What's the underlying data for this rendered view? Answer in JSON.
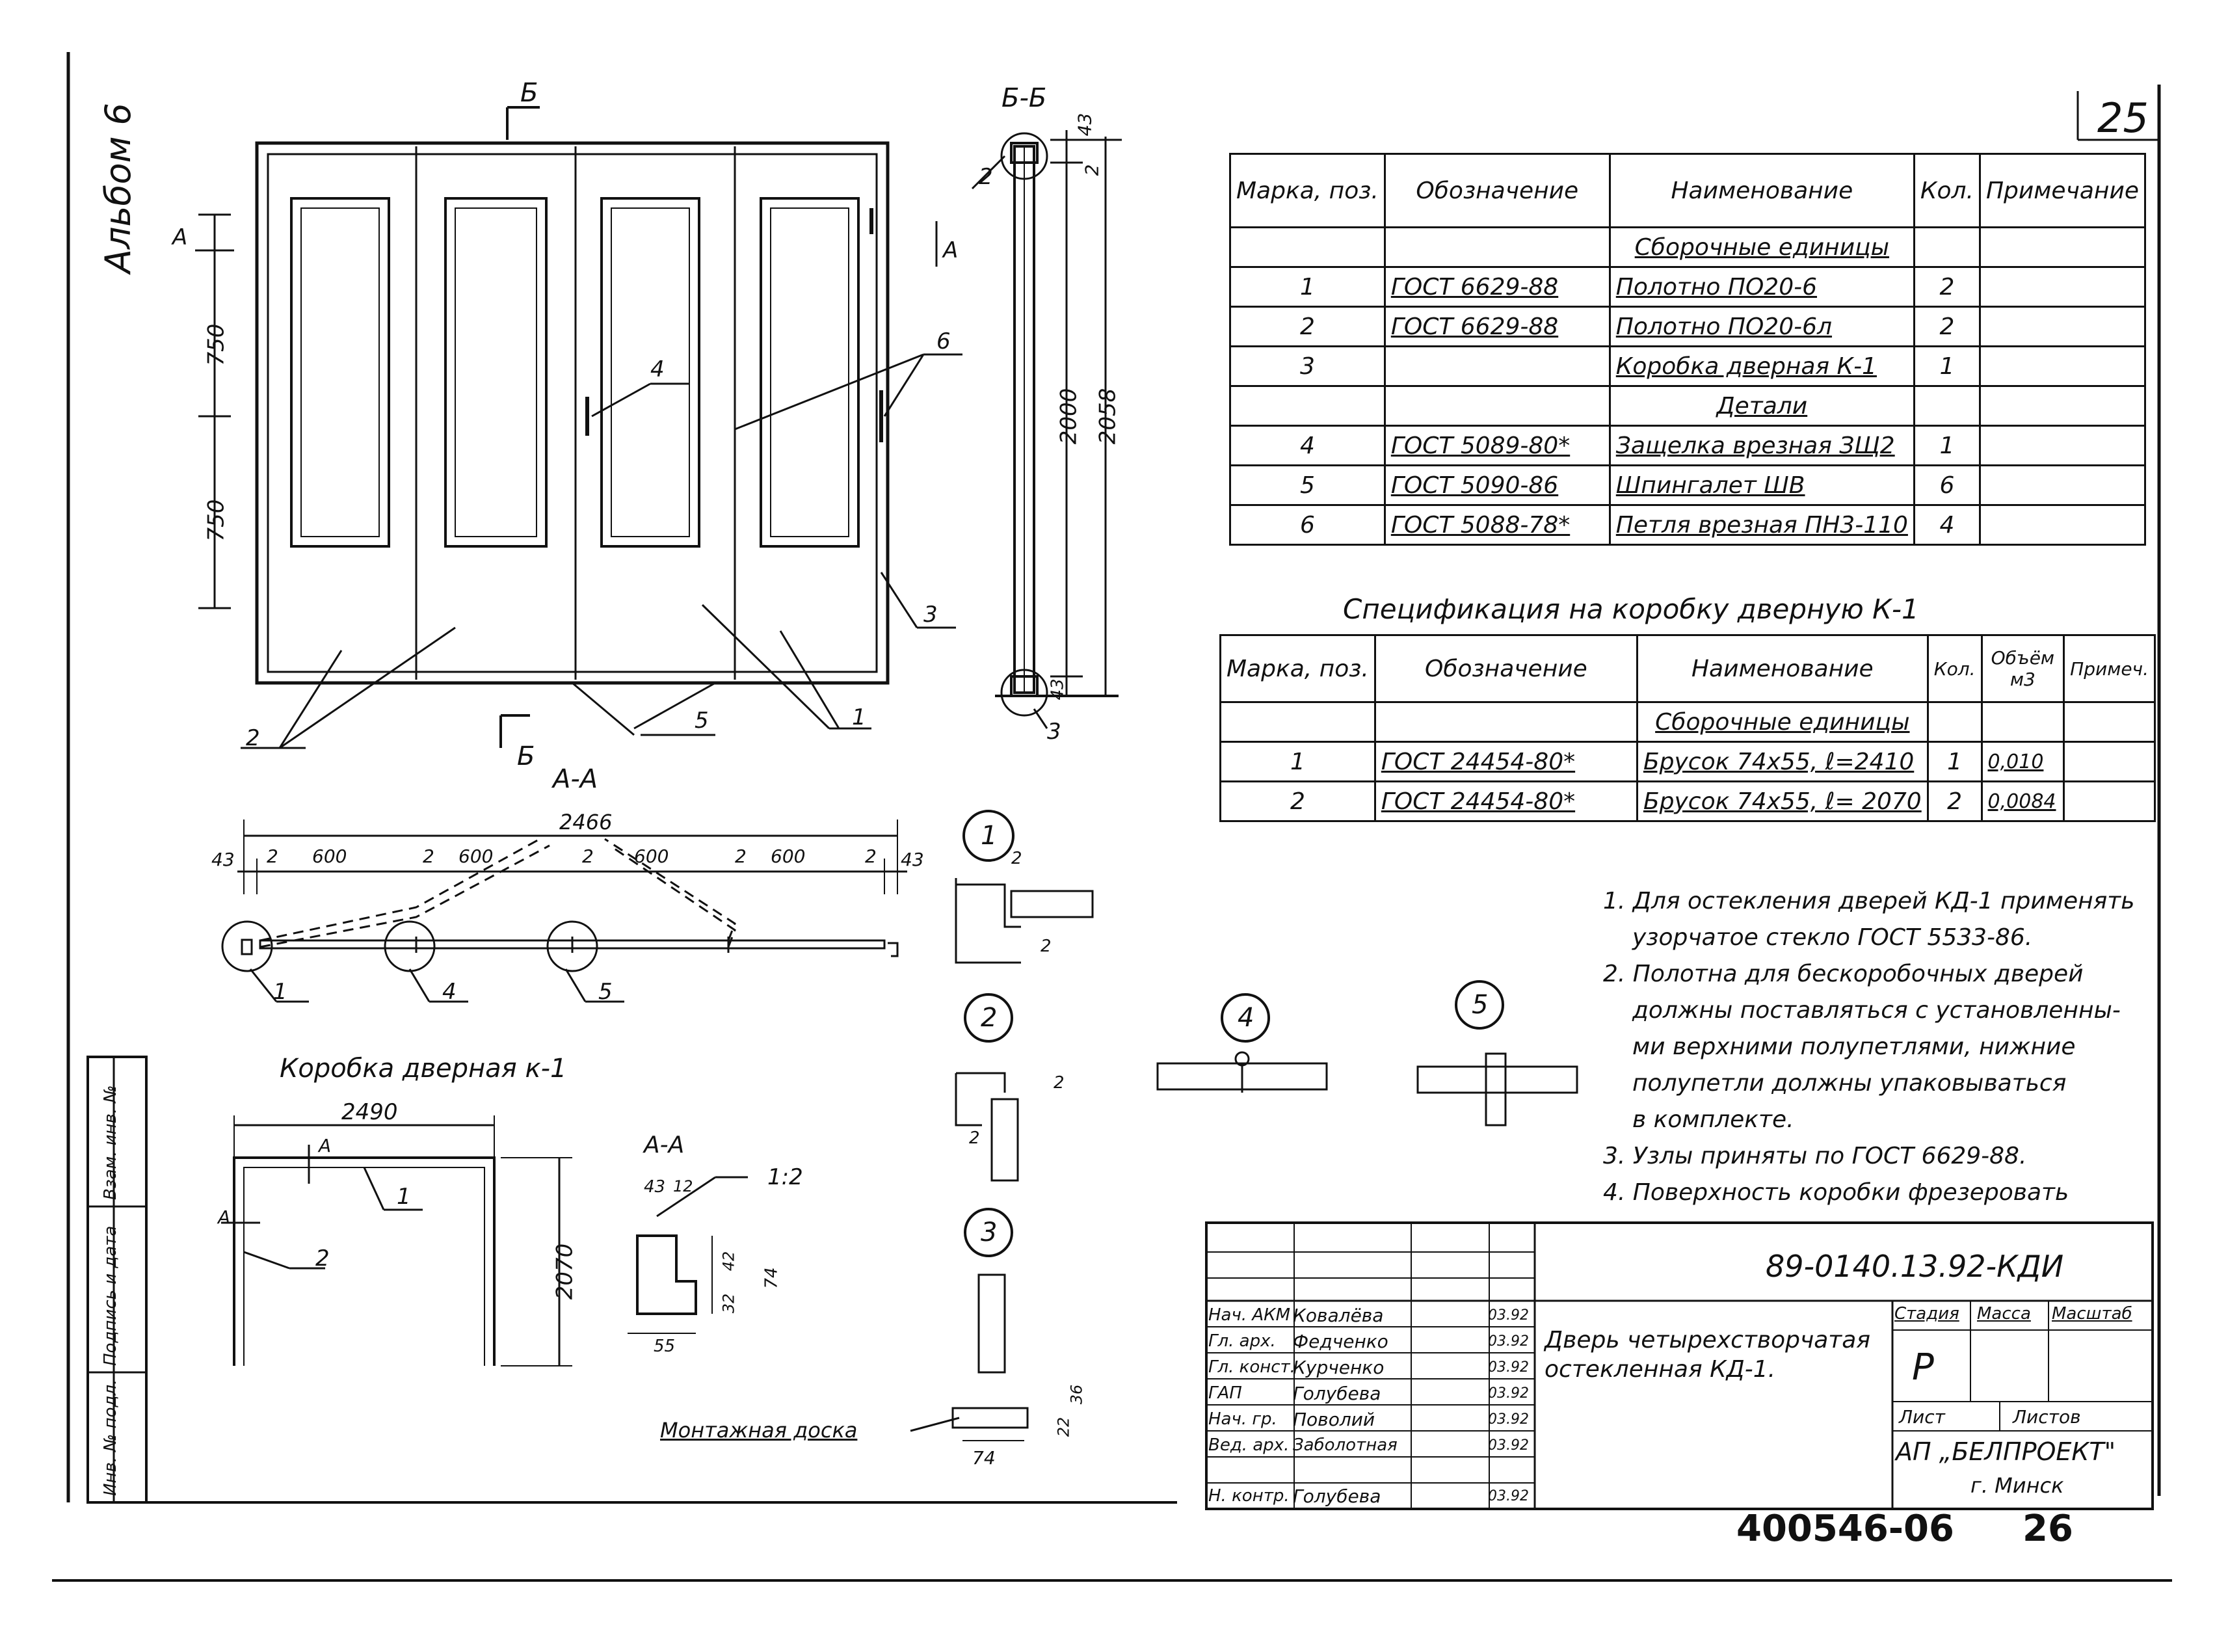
{
  "sheet": {
    "page_number": "25",
    "album_label": "Альбом 6",
    "footer_code": "400546-06",
    "footer_page": "26"
  },
  "facade": {
    "section_mark_top": "Б",
    "section_mark_bottom": "Б",
    "section_mark_a_left": "А",
    "section_mark_a_right": "А",
    "dim_750_upper": "750",
    "dim_750_lower": "750",
    "callouts": [
      "1",
      "2",
      "3",
      "4",
      "5",
      "6"
    ]
  },
  "section_bb": {
    "title": "Б-Б",
    "dim_43": "43",
    "dim_2_top": "2",
    "dim_2000": "2000",
    "dim_2058": "2058",
    "dim_43_bottom": "43",
    "callout_2": "2",
    "callout_3": "3"
  },
  "plan_aa": {
    "title": "А-А",
    "overall": "2466",
    "left_edge": "43",
    "right_edge": "43",
    "gaps": [
      "2",
      "2",
      "2",
      "2",
      "2"
    ],
    "leaf_widths": [
      "600",
      "600",
      "600",
      "600"
    ],
    "callouts": [
      "1",
      "4",
      "5"
    ]
  },
  "frame_k1": {
    "title": "Коробка дверная к-1",
    "width": "2490",
    "height": "2070",
    "section_label": "А",
    "callout_1": "1",
    "callout_2": "2"
  },
  "frame_section": {
    "title": "А-А",
    "scale": "1:2",
    "dim_43": "43",
    "dim_12": "12",
    "dim_42": "42",
    "dim_32": "32",
    "dim_74": "74",
    "dim_55": "55"
  },
  "nodes": {
    "n1": "1",
    "n2": "2",
    "n3": "3",
    "n4": "4",
    "n5": "5",
    "dim_2a": "2",
    "dim_2b": "2",
    "dim_2c": "2",
    "dim_2d": "2",
    "dim_22": "22",
    "dim_36": "36",
    "dim_74": "74",
    "mounting_board": "Монтажная доска"
  },
  "spec_main": {
    "headers": [
      "Марка, поз.",
      "Обозначение",
      "Наименование",
      "Кол.",
      "Примечание"
    ],
    "group1": "Сборочные единицы",
    "group2": "Детали",
    "rows": [
      [
        "1",
        "ГОСТ 6629-88",
        "Полотно ПО20-6",
        "2",
        ""
      ],
      [
        "2",
        "ГОСТ 6629-88",
        "Полотно ПО20-6л",
        "2",
        ""
      ],
      [
        "3",
        "",
        "Коробка дверная К-1",
        "1",
        ""
      ],
      [
        "4",
        "ГОСТ 5089-80*",
        "Защелка врезная ЗЩ2",
        "1",
        ""
      ],
      [
        "5",
        "ГОСТ 5090-86",
        "Шпингалет ШВ",
        "6",
        ""
      ],
      [
        "6",
        "ГОСТ 5088-78*",
        "Петля врезная ПН3-110",
        "4",
        ""
      ]
    ]
  },
  "spec_frame": {
    "title": "Спецификация на коробку дверную К-1",
    "headers": [
      "Марка, поз.",
      "Обозначение",
      "Наименование",
      "Кол.",
      "Объём м3",
      "Примеч."
    ],
    "group1": "Сборочные единицы",
    "rows": [
      [
        "1",
        "ГОСТ 24454-80*",
        "Брусок 74х55, ℓ=2410",
        "1",
        "0,010",
        ""
      ],
      [
        "2",
        "ГОСТ 24454-80*",
        "Брусок 74х55, ℓ= 2070",
        "2",
        "0,0084",
        ""
      ]
    ]
  },
  "notes": [
    "1. Для остекления дверей КД-1 применять",
    "узорчатое стекло ГОСТ 5533-86.",
    "2. Полотна для бескоробочных дверей",
    "должны поставляться с установленны-",
    "ми верхними полупетлями, нижние",
    "полупетли должны упаковываться",
    "в комплекте.",
    "3. Узлы приняты по ГОСТ 6629-88.",
    "4. Поверхность коробки фрезеровать"
  ],
  "stamp": {
    "doc_code": "89-0140.13.92-КДИ",
    "title_line1": "Дверь четырехстворчатая",
    "title_line2": "остекленная КД-1.",
    "stage_h": "Стадия",
    "mass_h": "Масса",
    "scale_h": "Масштаб",
    "stage": "Р",
    "sheet_h": "Лист",
    "sheets_h": "Листов",
    "org1": "АП „БЕЛПРОЕКТ\"",
    "org2": "г. Минск",
    "people": [
      [
        "Нач. АКМ",
        "Ковалёва",
        "03.92"
      ],
      [
        "Гл. арх.",
        "Федченко",
        "03.92"
      ],
      [
        "Гл. конст.",
        "Курченко",
        "03.92"
      ],
      [
        "ГАП",
        "Голубева",
        "03.92"
      ],
      [
        "Нач. гр.",
        "Поволий",
        "03.92"
      ],
      [
        "Вед. арх.",
        "Заболотная",
        "03.92"
      ],
      [
        "Н. контр.",
        "Голубева",
        "03.92"
      ]
    ]
  },
  "side_stamp": [
    "Инв. № подл.",
    "Подпись и дата",
    "Взам. инв. №"
  ]
}
